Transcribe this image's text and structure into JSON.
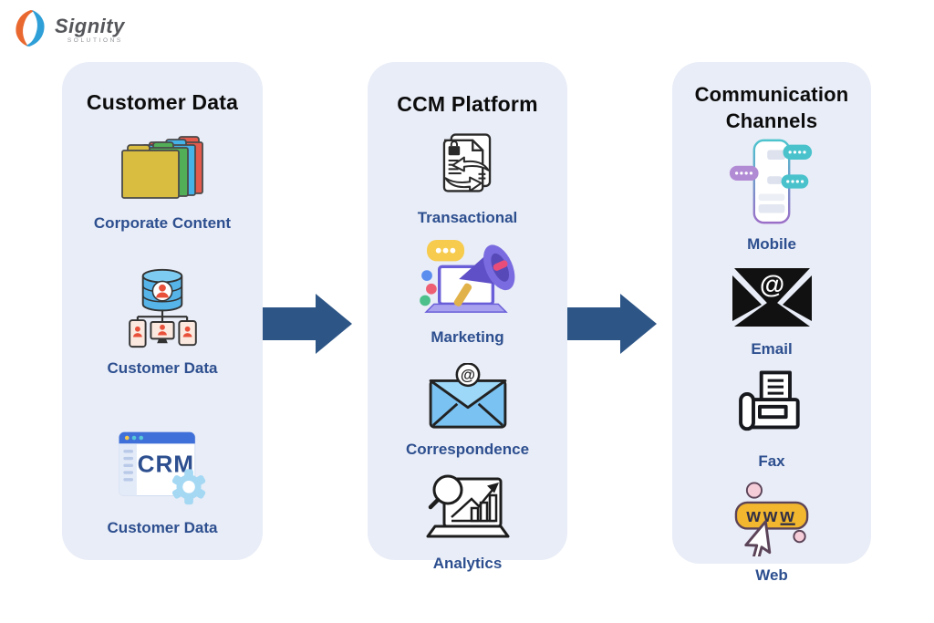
{
  "logo": {
    "brand": "Signity",
    "brand_sub": "SOLUTIONS"
  },
  "columns": [
    {
      "title": "Customer Data",
      "items": [
        {
          "icon": "folders-icon",
          "label": "Corporate Content"
        },
        {
          "icon": "customer-database-icon",
          "label": "Customer Data"
        },
        {
          "icon": "crm-browser-icon",
          "label": "Customer Data"
        }
      ]
    },
    {
      "title": "CCM Platform",
      "items": [
        {
          "icon": "transactional-documents-icon",
          "label": "Transactional"
        },
        {
          "icon": "marketing-megaphone-icon",
          "label": "Marketing"
        },
        {
          "icon": "correspondence-envelope-icon",
          "label": "Correspondence"
        },
        {
          "icon": "analytics-chart-icon",
          "label": "Analytics"
        }
      ]
    },
    {
      "title": "Communication Channels",
      "items": [
        {
          "icon": "mobile-chat-icon",
          "label": "Mobile"
        },
        {
          "icon": "email-envelope-icon",
          "label": "Email"
        },
        {
          "icon": "fax-machine-icon",
          "label": "Fax"
        },
        {
          "icon": "web-www-icon",
          "label": "Web"
        }
      ]
    }
  ],
  "icon_texts": {
    "crm": "CRM",
    "www": "www",
    "at_sign": "@"
  },
  "colors": {
    "panel_background": "#e9edf7",
    "title_text": "#0c0c0c",
    "label_text": "#2d4f8f",
    "arrow": "#2d5586"
  }
}
